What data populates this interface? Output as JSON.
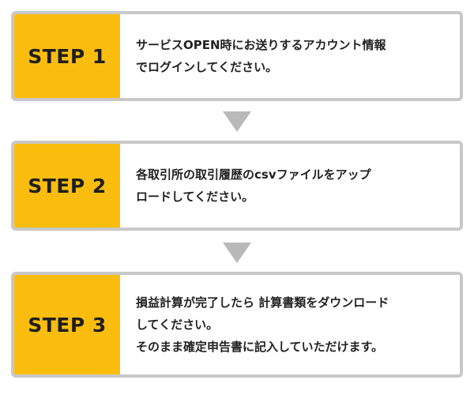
{
  "steps": [
    {
      "label": "STEP 1",
      "lines": [
        "サービスOPEN時にお送りするアカウント情報",
        "でログインしてください。"
      ]
    },
    {
      "label": "STEP 2",
      "lines": [
        "各取引所の取引履歴のcsvファイルをアップ",
        "ロードしてください。"
      ]
    },
    {
      "label": "STEP 3",
      "lines": [
        "損益計算が完了したら 計算書類をダウンロード",
        "してください。",
        "そのまま確定申告書に記入していただけます。"
      ]
    }
  ],
  "colors": {
    "label_bg": "#fbbd0d",
    "border": "#c8c8c8",
    "arrow": "#b9b9b9"
  }
}
